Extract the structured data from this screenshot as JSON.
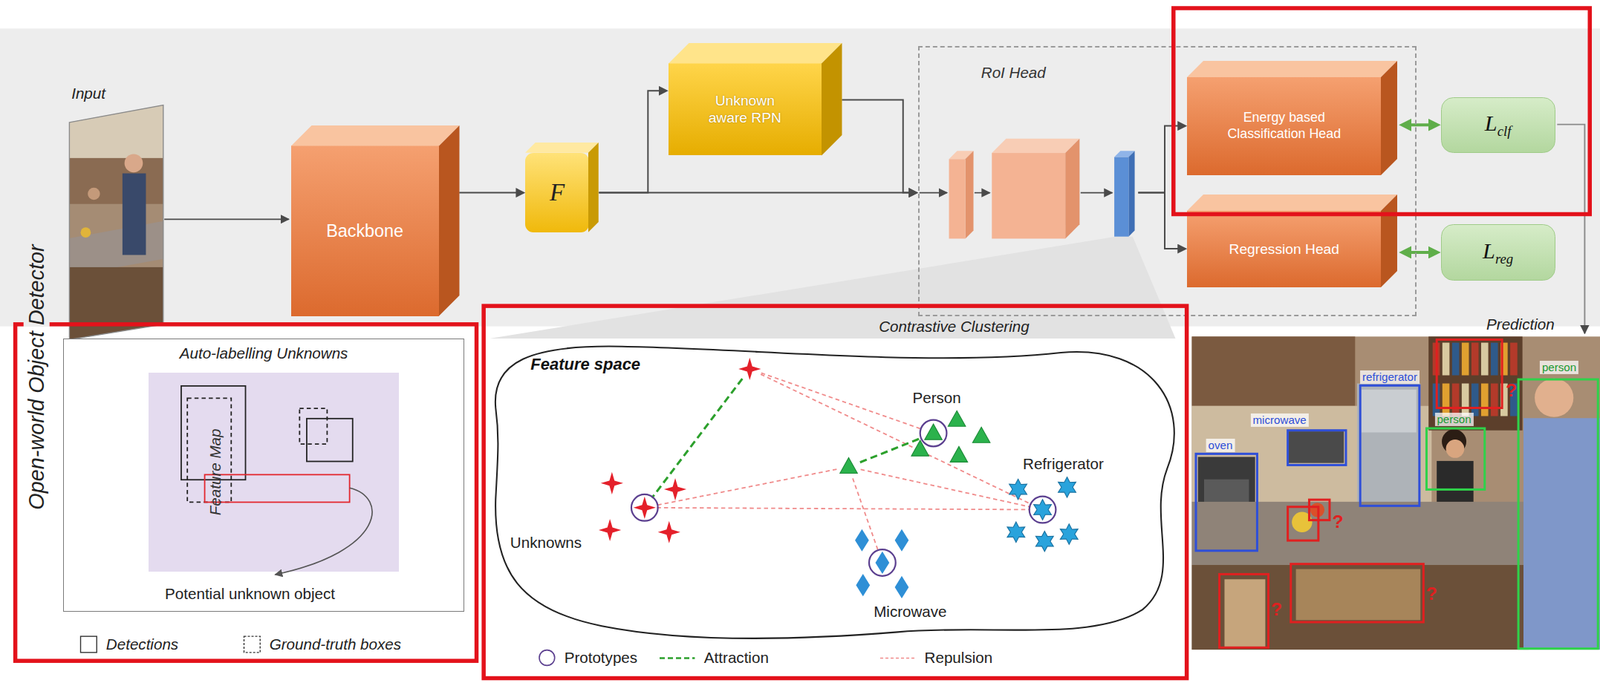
{
  "diagram": {
    "nodes": [
      {
        "text": [
          "Backbone"
        ]
      },
      {
        "text": [
          "F"
        ]
      },
      {
        "text": [
          "Unknown aware RPN"
        ]
      },
      {
        "text": [
          "RoI Head"
        ]
      },
      {
        "text": [
          "Energy based Classification Head"
        ],
        "in": 3
      },
      {
        "text": [
          "Regression Head"
        ],
        "in": 3
      },
      {
        "text": [
          "Lclf"
        ]
      },
      {
        "text": [
          "Lreg"
        ]
      },
      {
        "text": [
          "Auto-labelling Unknowns"
        ]
      },
      {
        "text": [
          "Feature Map"
        ],
        "in": 8
      },
      {
        "text": [
          "Feature space"
        ]
      }
    ],
    "edges": [
      {
        "from": 0,
        "to": 1,
        "arrow": "to"
      },
      {
        "from": 1,
        "to": 2,
        "arrow": "to"
      },
      {
        "from": 1,
        "to": 3,
        "arrow": "to"
      },
      {
        "from": 2,
        "to": 3,
        "arrow": "to"
      },
      {
        "from": 3,
        "to": 4,
        "arrow": "to"
      },
      {
        "from": 3,
        "to": 5,
        "arrow": "to"
      },
      {
        "from": 4,
        "to": 6,
        "arrow": "both"
      },
      {
        "from": 5,
        "to": 7,
        "arrow": "both"
      }
    ],
    "labels": [
      "Input",
      "Open-world Object Detector",
      "Potential unknown object",
      "Contrastive Clustering",
      "Unknowns",
      "Person",
      "Refrigerator",
      "Microwave",
      "Prediction",
      "refrigerator",
      "microwave",
      "oven",
      "person",
      "person",
      "?",
      "?",
      "?",
      "?"
    ],
    "legend": [
      {
        "text": "Detections"
      },
      {
        "text": "Ground-truth boxes"
      },
      {
        "text": "Prototypes"
      },
      {
        "text": "Attraction"
      },
      {
        "text": "Repulsion"
      }
    ]
  }
}
